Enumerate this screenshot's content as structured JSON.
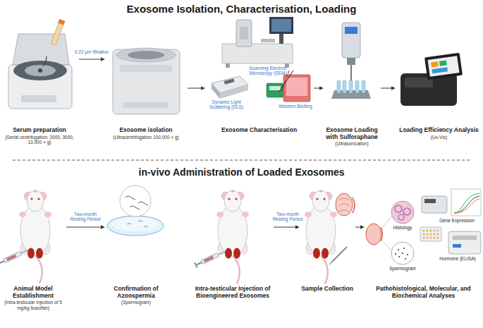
{
  "diagram": {
    "title": "Exosome Isolation, Characterisation, Loading",
    "nodes": [
      {
        "text": [
          "Serum preparation",
          "(Serial centrifugation: 2000, 3000, 13,000 × g)"
        ]
      },
      {
        "text": [
          "Exosome isolation",
          "(Ultracentrifugation 100,000 × g)"
        ]
      },
      {
        "text": [
          "Exosome Characterisation"
        ]
      },
      {
        "text": [
          "Exosome Loading with Sulforaphane",
          "(Ultrasonication)"
        ]
      },
      {
        "text": [
          "Loading Efficiency Analysis",
          "(Uv-Vis)"
        ]
      },
      {
        "text": [
          "Animal Model Establishment",
          "(Intra-testicular injection of 5 mg/kg busulfan)"
        ]
      },
      {
        "text": [
          "Confirmation of Azoospermia",
          "(Spermogram)"
        ]
      },
      {
        "text": [
          "Intra-testicular Injection of Bioengineered Exosomes"
        ]
      },
      {
        "text": [
          "Sample Collection"
        ]
      },
      {
        "text": [
          "Pathohistological, Molecular, and Biochemical Analyses"
        ]
      }
    ],
    "edges": [
      {
        "from": 0,
        "to": 1,
        "arrow": "to",
        "label": "0.22 μm filtration"
      },
      {
        "from": 1,
        "to": 2,
        "arrow": "to"
      },
      {
        "from": 2,
        "to": 3,
        "arrow": "to"
      },
      {
        "from": 3,
        "to": 4,
        "arrow": "to"
      },
      {
        "from": 5,
        "to": 6,
        "arrow": "to",
        "label": "Two-month Resting Period"
      },
      {
        "from": 7,
        "to": 8,
        "arrow": "to",
        "label": "Two-month Resting Period"
      },
      {
        "from": 8,
        "to": 9,
        "arrow": "to"
      }
    ],
    "labels": [
      "in-vivo Administration of Loaded Exosomes",
      "Scanning Electron Microscopy (SEM)",
      "Dynamic Light Scattering (DLS)",
      "Western Blotting",
      "Histology",
      "Spermogram",
      "Gene Expression",
      "Hormone (ELISA)"
    ]
  }
}
